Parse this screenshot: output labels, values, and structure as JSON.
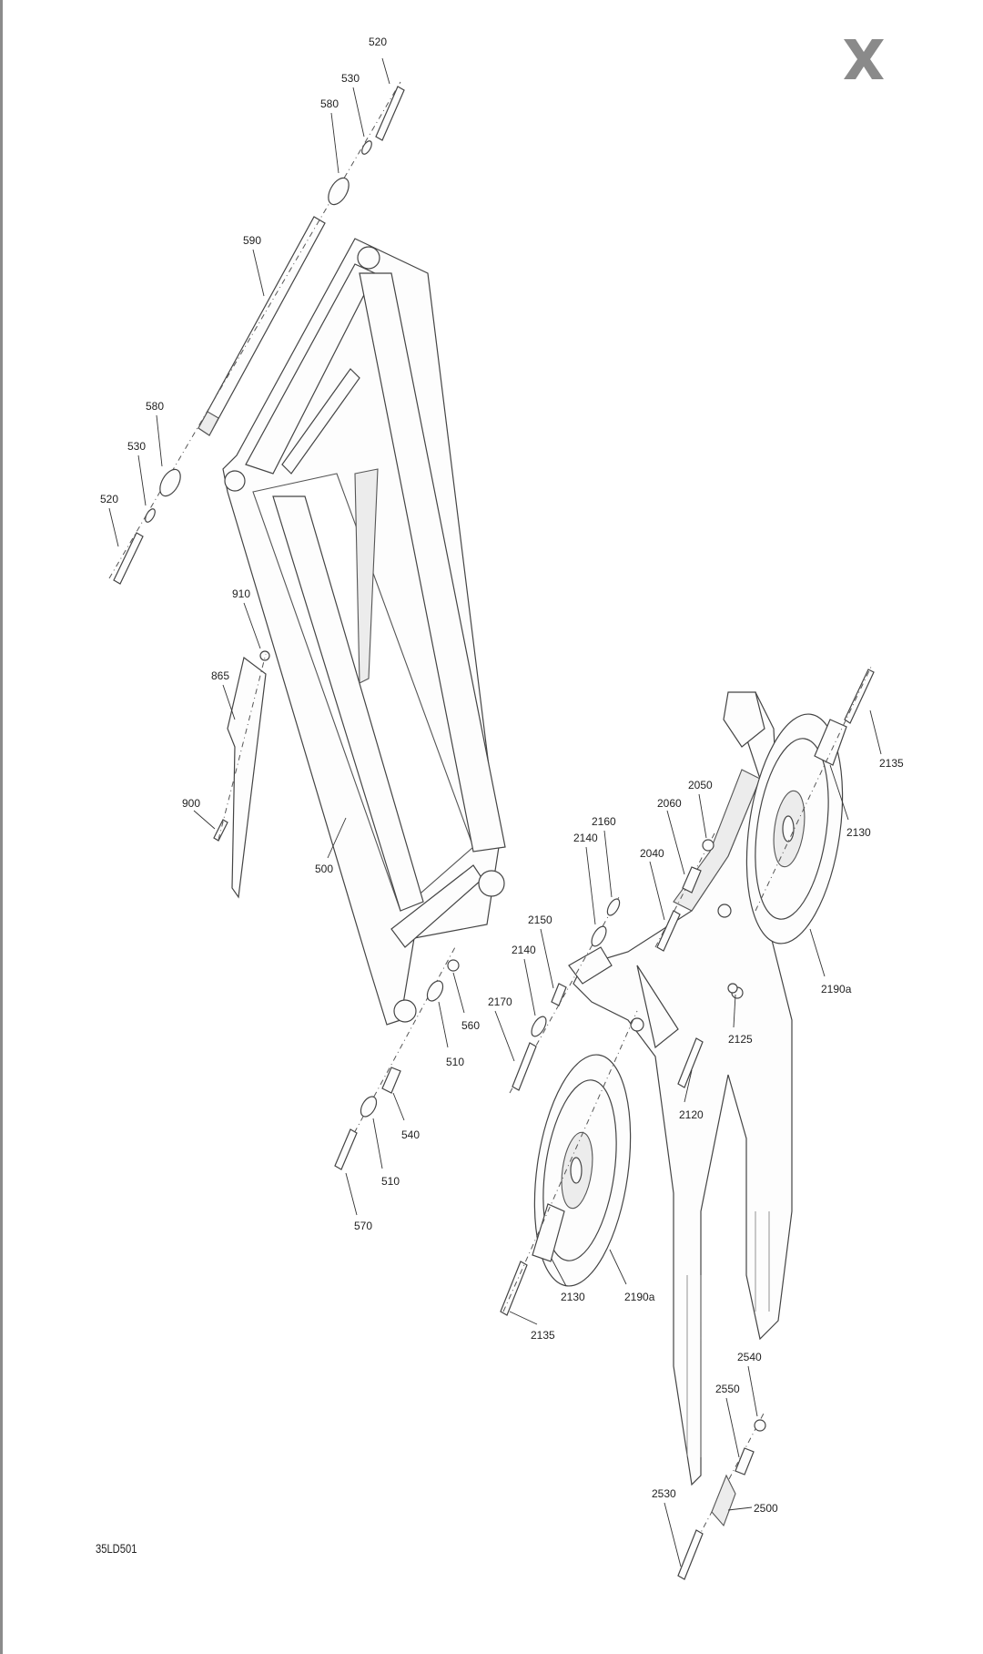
{
  "viewer": {
    "close_icon": "close-icon",
    "close_color": "#8a8a8a"
  },
  "document": {
    "code": "35LD501"
  },
  "callouts": [
    {
      "key": "c520a",
      "text": "520"
    },
    {
      "key": "c530a",
      "text": "530"
    },
    {
      "key": "c580a",
      "text": "580"
    },
    {
      "key": "c590",
      "text": "590"
    },
    {
      "key": "c580b",
      "text": "580"
    },
    {
      "key": "c530b",
      "text": "530"
    },
    {
      "key": "c520b",
      "text": "520"
    },
    {
      "key": "c910",
      "text": "910"
    },
    {
      "key": "c865",
      "text": "865"
    },
    {
      "key": "c900",
      "text": "900"
    },
    {
      "key": "c500",
      "text": "500"
    },
    {
      "key": "c560",
      "text": "560"
    },
    {
      "key": "c510a",
      "text": "510"
    },
    {
      "key": "c540",
      "text": "540"
    },
    {
      "key": "c510b",
      "text": "510"
    },
    {
      "key": "c570",
      "text": "570"
    },
    {
      "key": "c2050",
      "text": "2050"
    },
    {
      "key": "c2060",
      "text": "2060"
    },
    {
      "key": "c2040",
      "text": "2040"
    },
    {
      "key": "c2140a",
      "text": "2140"
    },
    {
      "key": "c2160",
      "text": "2160"
    },
    {
      "key": "c2150",
      "text": "2150"
    },
    {
      "key": "c2140b",
      "text": "2140"
    },
    {
      "key": "c2170",
      "text": "2170"
    },
    {
      "key": "c2135a",
      "text": "2135"
    },
    {
      "key": "c2130a",
      "text": "2130"
    },
    {
      "key": "c2190a1",
      "text": "2190a"
    },
    {
      "key": "c2125",
      "text": "2125"
    },
    {
      "key": "c2120",
      "text": "2120"
    },
    {
      "key": "c2130b",
      "text": "2130"
    },
    {
      "key": "c2190a2",
      "text": "2190a"
    },
    {
      "key": "c2135b",
      "text": "2135"
    },
    {
      "key": "c2540",
      "text": "2540"
    },
    {
      "key": "c2550",
      "text": "2550"
    },
    {
      "key": "c2530",
      "text": "2530"
    },
    {
      "key": "c2500",
      "text": "2500"
    }
  ]
}
